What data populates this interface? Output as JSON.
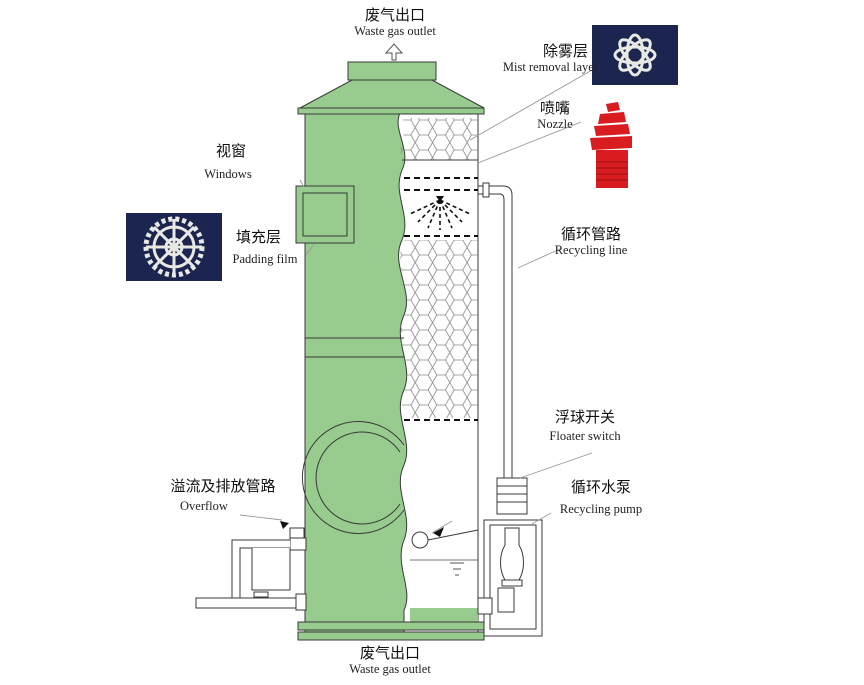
{
  "labels": {
    "top_outlet": {
      "zh": "废气出口",
      "en": "Waste gas outlet"
    },
    "mist_layer": {
      "zh": "除雾层",
      "en": "Mist removal layer"
    },
    "nozzle": {
      "zh": "喷嘴",
      "en": "Nozzle"
    },
    "window": {
      "zh": "视窗",
      "en": "Windows"
    },
    "packing": {
      "zh": "填充层",
      "en": "Padding film"
    },
    "recycle_line": {
      "zh": "循环管路",
      "en": "Recycling line"
    },
    "floater": {
      "zh": "浮球开关",
      "en": "Floater switch"
    },
    "pump": {
      "zh": "循环水泵",
      "en": "Recycling pump"
    },
    "overflow": {
      "zh": "溢流及排放管路",
      "en": "Overflow"
    },
    "bottom_inlet": {
      "zh": "废气出口",
      "en": "Waste gas outlet"
    }
  },
  "colors": {
    "tower_fill": "#97cc8e",
    "outline": "#3a3a3a",
    "nozzle_red": "#d81c20",
    "photo_bg": "#1c2550",
    "packing_white": "#e9e9e4"
  },
  "icons": {
    "outlet_arrow": "up-arrow-outline-icon",
    "spray": "spray-cone-icon",
    "pointer": "black-triangle-pointer-icon"
  }
}
